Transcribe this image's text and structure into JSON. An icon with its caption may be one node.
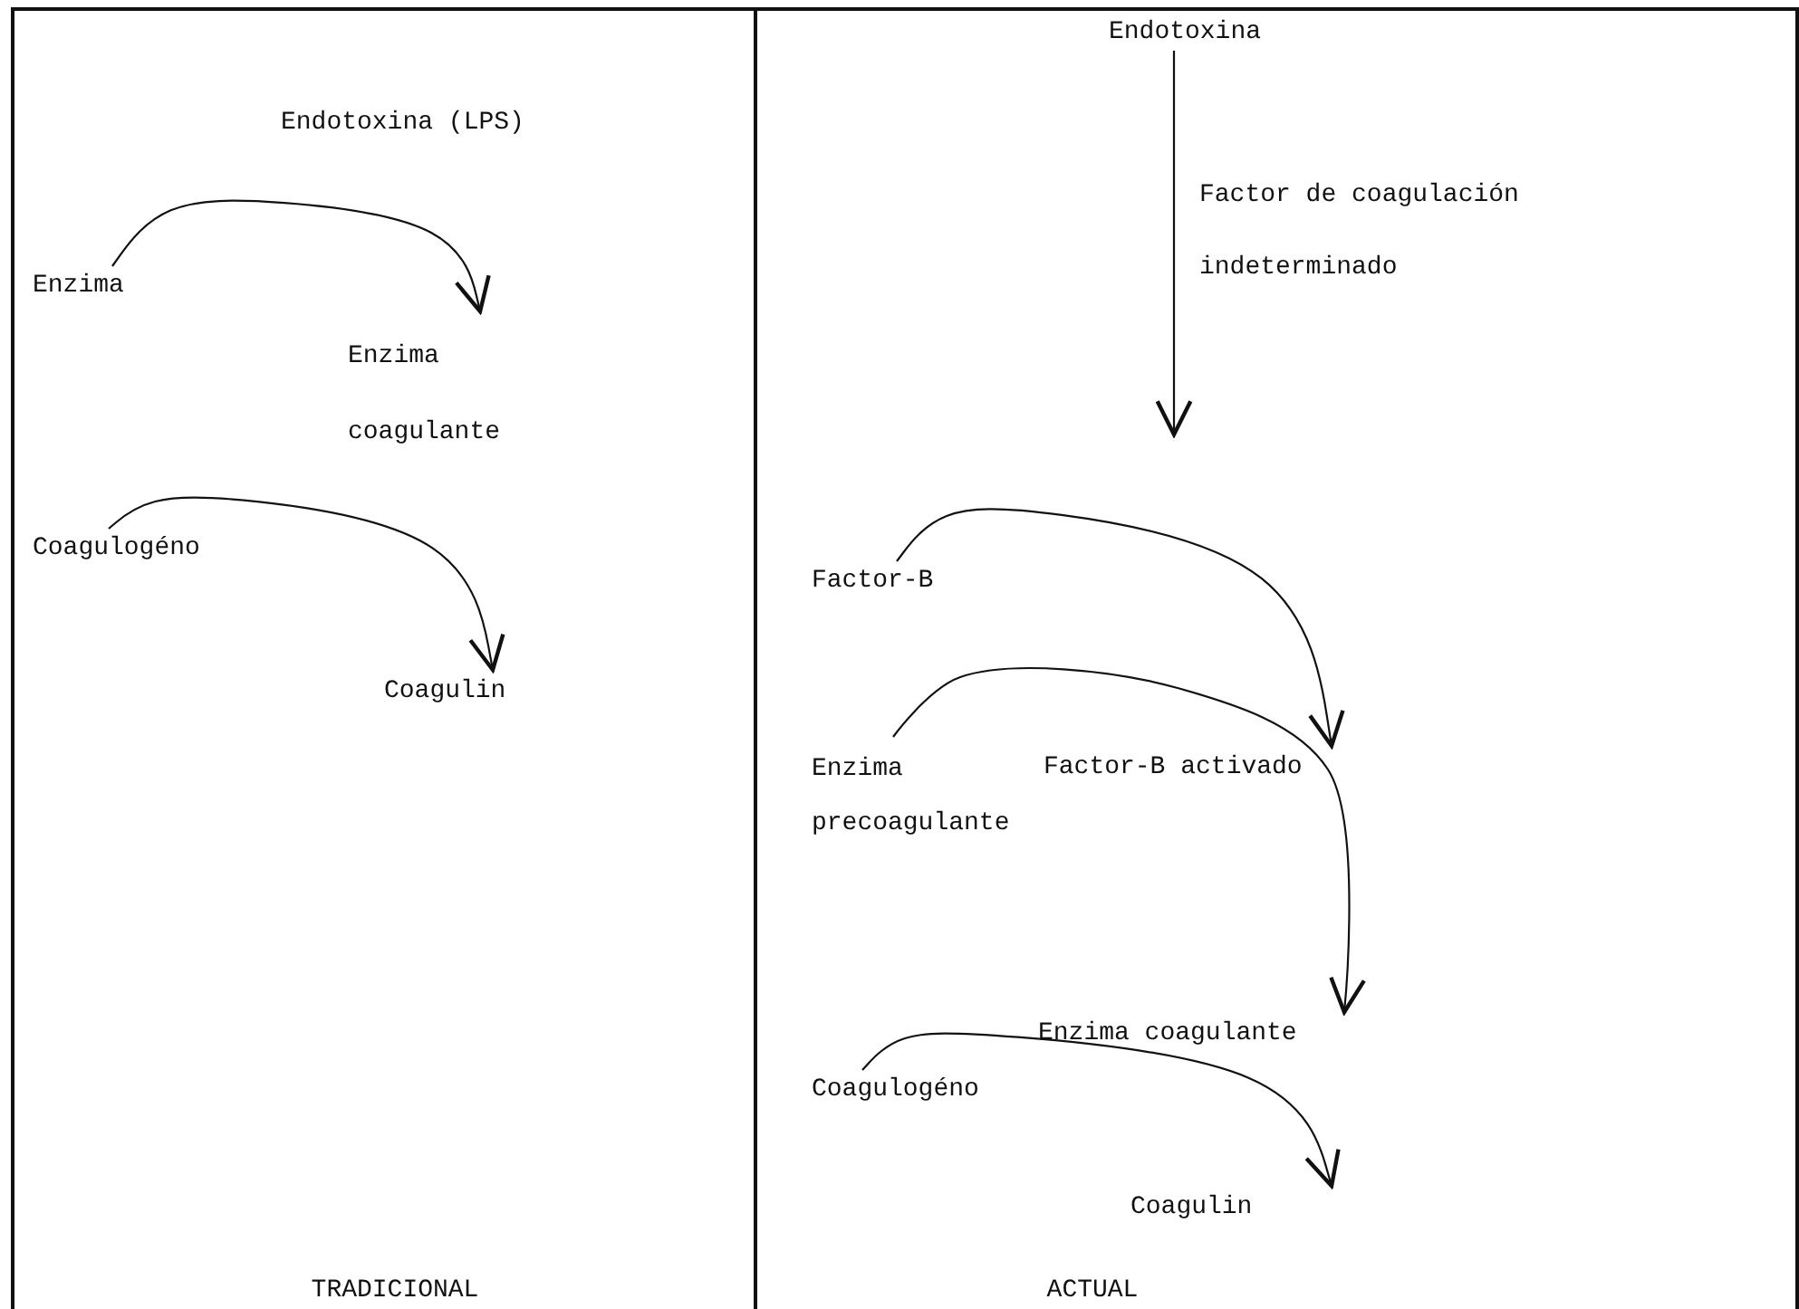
{
  "diagram": {
    "nodes": [
      {
        "text": [
          "TRADICIONAL"
        ]
      },
      {
        "text": [
          "Enzima"
        ],
        "in": 0
      },
      {
        "text": [
          "Enzima coagulante"
        ],
        "in": 0
      },
      {
        "text": [
          "Coagulogéno"
        ],
        "in": 0
      },
      {
        "text": [
          "Coagulin"
        ],
        "in": 0
      },
      {
        "text": [
          "ACTUAL"
        ]
      },
      {
        "text": [
          "Endotoxina"
        ],
        "in": 5
      },
      {
        "text": [
          "Factor-B"
        ],
        "in": 5
      },
      {
        "text": [
          "Factor-B activado"
        ],
        "in": 5
      },
      {
        "text": [
          "Enzima precoagulante"
        ],
        "in": 5
      },
      {
        "text": [
          "Enzima coagulante"
        ],
        "in": 5
      },
      {
        "text": [
          "Coagulogéno"
        ],
        "in": 5
      },
      {
        "text": [
          "Coagulin"
        ],
        "in": 5
      }
    ],
    "edges": [
      {
        "from": 1,
        "to": 2,
        "arrow": "to",
        "label": "Endotoxina (LPS)"
      },
      {
        "from": 3,
        "to": 4,
        "arrow": "to"
      },
      {
        "from": 6,
        "to": null,
        "arrow": "to",
        "label": "Factor de coagulación indeterminado"
      },
      {
        "from": 7,
        "to": 8,
        "arrow": "to"
      },
      {
        "from": 9,
        "to": 10,
        "arrow": "to"
      },
      {
        "from": 11,
        "to": 12,
        "arrow": "to"
      }
    ]
  }
}
